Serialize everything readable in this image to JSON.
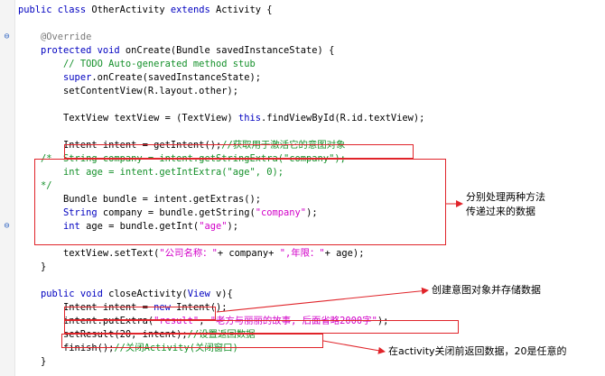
{
  "colors": {
    "keyword": "#0000c0",
    "string": "#d200c8",
    "comment": "#14902a",
    "annotation": "#7a7a7a",
    "markup": "#e0242a"
  },
  "gutter_markers": [
    {
      "line": 3,
      "symbol": "⊖",
      "icon": "collapse-icon"
    },
    {
      "line": 17,
      "symbol": "⊖",
      "icon": "collapse-icon"
    }
  ],
  "code": [
    [
      [
        "kw",
        "public class "
      ],
      [
        "tk",
        "OtherActivity "
      ],
      [
        "kw",
        "extends "
      ],
      [
        "tk",
        "Activity {"
      ]
    ],
    [],
    [
      [
        "an",
        "    @Override"
      ]
    ],
    [
      [
        "kw",
        "    protected void "
      ],
      [
        "tk",
        "onCreate(Bundle savedInstanceState) {"
      ]
    ],
    [
      [
        "cm",
        "        // TODO Auto-generated method stub"
      ]
    ],
    [
      [
        "kw",
        "        super"
      ],
      [
        "tk",
        ".onCreate(savedInstanceState);"
      ]
    ],
    [
      [
        "tk",
        "        setContentView(R.layout.other);"
      ]
    ],
    [],
    [
      [
        "tk",
        "        TextView textView = (TextView) "
      ],
      [
        "kw",
        "this"
      ],
      [
        "tk",
        ".findViewById(R.id.textView);"
      ]
    ],
    [],
    [
      [
        "tk",
        "        Intent intent = getIntent();"
      ],
      [
        "cm",
        "//获取用于激活它的意图对象"
      ]
    ],
    [
      [
        "cm",
        "    /*  String company = intent.getStringExtra(\"company\");"
      ]
    ],
    [
      [
        "cm",
        "        int age = intent.getIntExtra(\"age\", 0);"
      ]
    ],
    [
      [
        "cm",
        "    */"
      ]
    ],
    [
      [
        "tk",
        "        Bundle bundle = intent.getExtras();"
      ]
    ],
    [
      [
        "kw",
        "        String "
      ],
      [
        "tk",
        "company = bundle.getString("
      ],
      [
        "str",
        "\"company\""
      ],
      [
        "tk",
        ");"
      ]
    ],
    [
      [
        "kw",
        "        int "
      ],
      [
        "tk",
        "age = bundle.getInt("
      ],
      [
        "str",
        "\"age\""
      ],
      [
        "tk",
        ");"
      ]
    ],
    [],
    [
      [
        "tk",
        "        textView.setText("
      ],
      [
        "str",
        "\"公司名称：\""
      ],
      [
        "tk",
        "+ company+ "
      ],
      [
        "str",
        "\",年限：\""
      ],
      [
        "tk",
        "+ age);"
      ]
    ],
    [
      [
        "tk",
        "    }"
      ]
    ],
    [],
    [
      [
        "kw",
        "    public void "
      ],
      [
        "tk",
        "closeActivity("
      ],
      [
        "kw",
        "View "
      ],
      [
        "tk",
        "v){"
      ]
    ],
    [
      [
        "tk",
        "        Intent intent = "
      ],
      [
        "kw",
        "new "
      ],
      [
        "tk",
        "Intent();"
      ]
    ],
    [
      [
        "tk",
        "        intent.putExtra("
      ],
      [
        "str",
        "\"result\""
      ],
      [
        "tk",
        ", "
      ],
      [
        "str",
        "\"老方与丽丽的故事, 后面省略2000字\""
      ],
      [
        "tk",
        ");"
      ]
    ],
    [
      [
        "tk",
        "        setResult(20, intent);"
      ],
      [
        "cm",
        "//设置返回数据"
      ]
    ],
    [
      [
        "tk",
        "        finish();"
      ],
      [
        "cm",
        "//关闭Activity(关闭窗口)"
      ]
    ],
    [
      [
        "tk",
        "    }"
      ]
    ]
  ],
  "callouts": {
    "two_methods": "分别处理两种方法\n传递过来的数据",
    "create_intent": "创建意图对象并存储数据",
    "return_data": "在activity关闭前返回数据，20是任意的"
  }
}
